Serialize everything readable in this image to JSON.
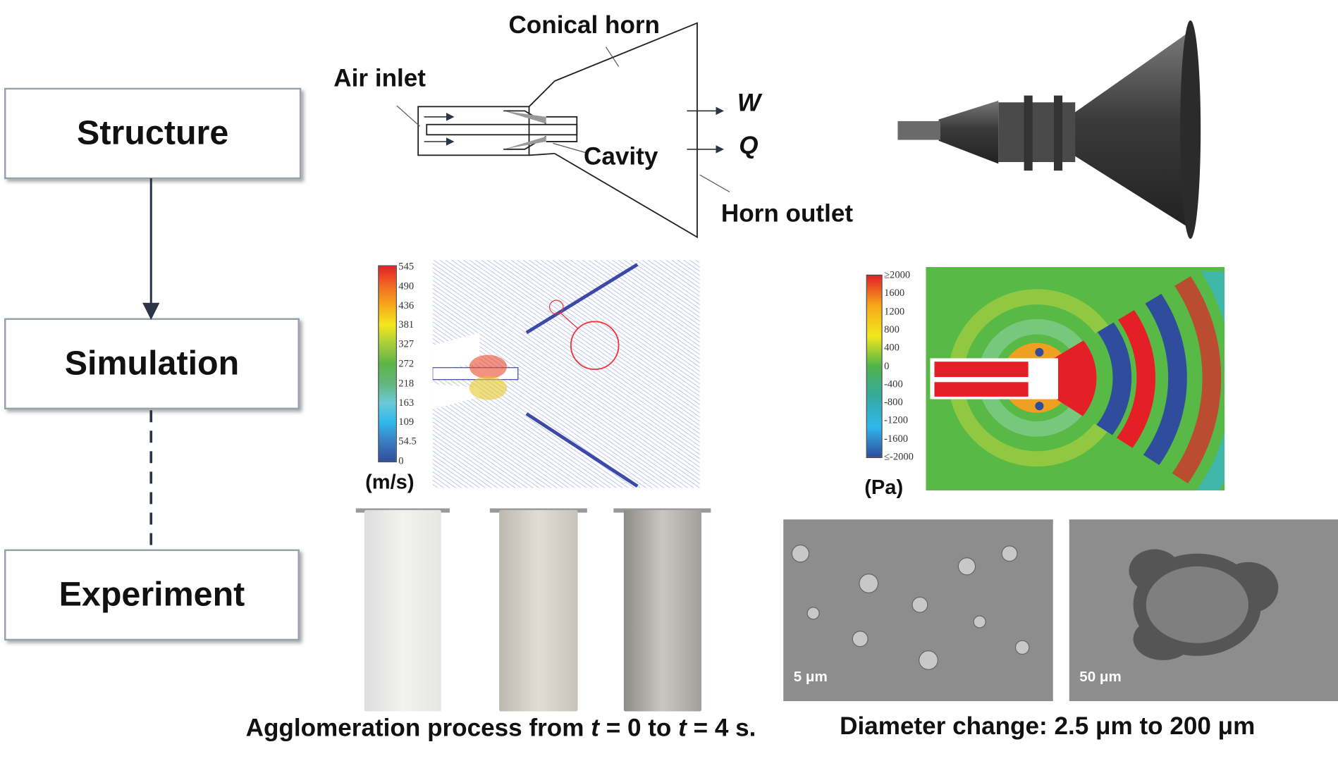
{
  "workflow": {
    "steps": [
      "Structure",
      "Simulation",
      "Experiment"
    ]
  },
  "schematic": {
    "conical_horn": "Conical horn",
    "air_inlet": "Air inlet",
    "cavity": "Cavity",
    "w": "W",
    "q": "Q",
    "horn_outlet": "Horn outlet"
  },
  "velocity": {
    "unit": "(m/s)",
    "ticks": [
      "545",
      "490",
      "436",
      "381",
      "327",
      "272",
      "218",
      "163",
      "109",
      "54.5",
      "0"
    ]
  },
  "pressure": {
    "unit": "(Pa)",
    "ticks": [
      "≥2000",
      "1600",
      "1200",
      "800",
      "400",
      "0",
      "-400",
      "-800",
      "-1200",
      "-1600",
      "≤-2000"
    ]
  },
  "sem": {
    "scale_left": "5 μm",
    "scale_right": "50 μm"
  },
  "captions": {
    "agg_pre": "Agglomeration process from ",
    "t": "t",
    "agg_mid": " = 0 to ",
    "agg_end": " = 4 s.",
    "diameter": "Diameter change: 2.5 μm to 200 μm"
  }
}
